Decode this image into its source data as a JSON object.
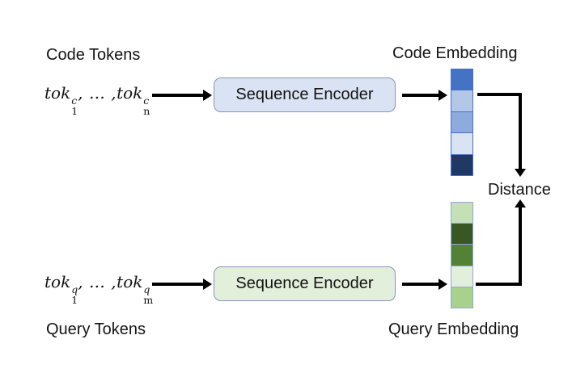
{
  "figure": {
    "title": "dual-encoder code search diagram",
    "code_branch": {
      "tokens_label": "Code Tokens",
      "math": {
        "base": "tok",
        "sub_first": "1",
        "sub_last": "n",
        "sup": "c",
        "separator": ", … ,"
      },
      "encoder_label": "Sequence Encoder",
      "embedding_label": "Code Embedding",
      "embedding_colors": [
        "#4472C4",
        "#B4C7E7",
        "#8FAADC",
        "#DAE3F3",
        "#203864"
      ],
      "box_fill": "#DAE3F3",
      "box_border": "#8496B8",
      "cell_border": "#4472C4"
    },
    "query_branch": {
      "tokens_label": "Query Tokens",
      "math": {
        "base": "tok",
        "sub_first": "1",
        "sub_last": "m",
        "sup": "q",
        "separator": ", … ,"
      },
      "encoder_label": "Sequence Encoder",
      "embedding_label": "Query Embedding",
      "embedding_colors": [
        "#C5E0B4",
        "#385723",
        "#548235",
        "#E2EFDA",
        "#A9D18E"
      ],
      "box_fill": "#E2EFDA",
      "box_border": "#8496B8",
      "cell_border": "#8FAADC"
    },
    "distance_label": "Distance",
    "arrow_color": "#000000",
    "background": "#FFFFFF"
  }
}
